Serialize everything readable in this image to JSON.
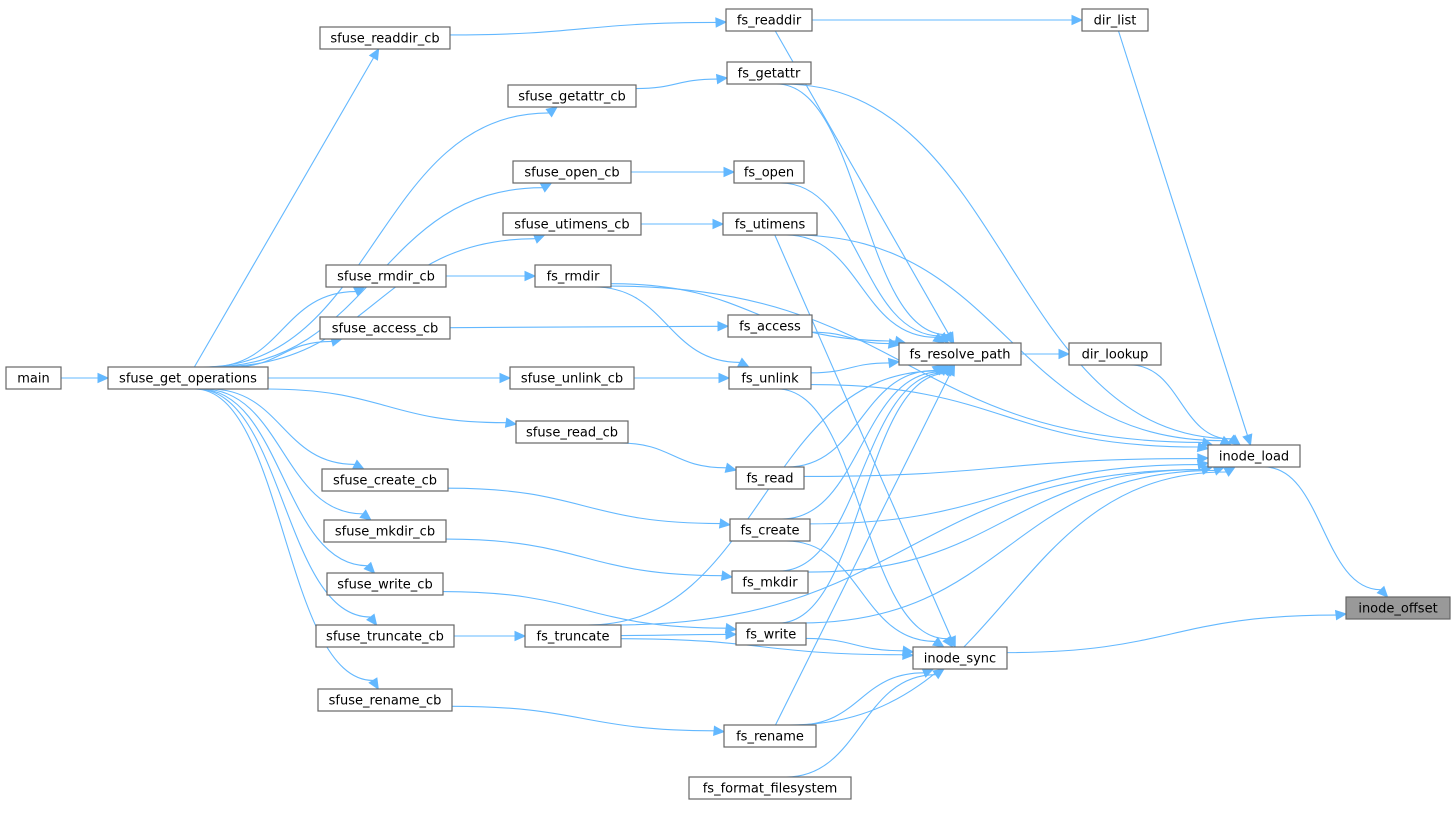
{
  "graph": {
    "type": "caller-graph",
    "target": "inode_offset",
    "colors": {
      "edge": "#63b8ff",
      "node_border": "#666666",
      "target_fill": "#999999"
    },
    "nodes": [
      {
        "id": "main",
        "label": "main"
      },
      {
        "id": "sfuse_get_operations",
        "label": "sfuse_get_operations"
      },
      {
        "id": "sfuse_readdir_cb",
        "label": "sfuse_readdir_cb"
      },
      {
        "id": "sfuse_getattr_cb",
        "label": "sfuse_getattr_cb"
      },
      {
        "id": "sfuse_open_cb",
        "label": "sfuse_open_cb"
      },
      {
        "id": "sfuse_utimens_cb",
        "label": "sfuse_utimens_cb"
      },
      {
        "id": "sfuse_rmdir_cb",
        "label": "sfuse_rmdir_cb"
      },
      {
        "id": "sfuse_access_cb",
        "label": "sfuse_access_cb"
      },
      {
        "id": "sfuse_unlink_cb",
        "label": "sfuse_unlink_cb"
      },
      {
        "id": "sfuse_read_cb",
        "label": "sfuse_read_cb"
      },
      {
        "id": "sfuse_create_cb",
        "label": "sfuse_create_cb"
      },
      {
        "id": "sfuse_mkdir_cb",
        "label": "sfuse_mkdir_cb"
      },
      {
        "id": "sfuse_write_cb",
        "label": "sfuse_write_cb"
      },
      {
        "id": "sfuse_truncate_cb",
        "label": "sfuse_truncate_cb"
      },
      {
        "id": "sfuse_rename_cb",
        "label": "sfuse_rename_cb"
      },
      {
        "id": "fs_readdir",
        "label": "fs_readdir"
      },
      {
        "id": "fs_getattr",
        "label": "fs_getattr"
      },
      {
        "id": "fs_open",
        "label": "fs_open"
      },
      {
        "id": "fs_utimens",
        "label": "fs_utimens"
      },
      {
        "id": "fs_rmdir",
        "label": "fs_rmdir"
      },
      {
        "id": "fs_access",
        "label": "fs_access"
      },
      {
        "id": "fs_unlink",
        "label": "fs_unlink"
      },
      {
        "id": "fs_read",
        "label": "fs_read"
      },
      {
        "id": "fs_create",
        "label": "fs_create"
      },
      {
        "id": "fs_mkdir",
        "label": "fs_mkdir"
      },
      {
        "id": "fs_write",
        "label": "fs_write"
      },
      {
        "id": "fs_truncate",
        "label": "fs_truncate"
      },
      {
        "id": "fs_rename",
        "label": "fs_rename"
      },
      {
        "id": "fs_format_filesystem",
        "label": "fs_format_filesystem"
      },
      {
        "id": "fs_resolve_path",
        "label": "fs_resolve_path"
      },
      {
        "id": "dir_list",
        "label": "dir_list"
      },
      {
        "id": "dir_lookup",
        "label": "dir_lookup"
      },
      {
        "id": "inode_sync",
        "label": "inode_sync"
      },
      {
        "id": "inode_load",
        "label": "inode_load"
      },
      {
        "id": "inode_offset",
        "label": "inode_offset"
      }
    ],
    "edges": [
      [
        "main",
        "sfuse_get_operations"
      ],
      [
        "sfuse_get_operations",
        "sfuse_readdir_cb"
      ],
      [
        "sfuse_get_operations",
        "sfuse_getattr_cb"
      ],
      [
        "sfuse_get_operations",
        "sfuse_open_cb"
      ],
      [
        "sfuse_get_operations",
        "sfuse_utimens_cb"
      ],
      [
        "sfuse_get_operations",
        "sfuse_rmdir_cb"
      ],
      [
        "sfuse_get_operations",
        "sfuse_access_cb"
      ],
      [
        "sfuse_get_operations",
        "sfuse_unlink_cb"
      ],
      [
        "sfuse_get_operations",
        "sfuse_read_cb"
      ],
      [
        "sfuse_get_operations",
        "sfuse_create_cb"
      ],
      [
        "sfuse_get_operations",
        "sfuse_mkdir_cb"
      ],
      [
        "sfuse_get_operations",
        "sfuse_write_cb"
      ],
      [
        "sfuse_get_operations",
        "sfuse_truncate_cb"
      ],
      [
        "sfuse_get_operations",
        "sfuse_rename_cb"
      ],
      [
        "sfuse_readdir_cb",
        "fs_readdir"
      ],
      [
        "sfuse_getattr_cb",
        "fs_getattr"
      ],
      [
        "sfuse_open_cb",
        "fs_open"
      ],
      [
        "sfuse_utimens_cb",
        "fs_utimens"
      ],
      [
        "sfuse_rmdir_cb",
        "fs_rmdir"
      ],
      [
        "sfuse_access_cb",
        "fs_access"
      ],
      [
        "sfuse_unlink_cb",
        "fs_unlink"
      ],
      [
        "sfuse_read_cb",
        "fs_read"
      ],
      [
        "sfuse_create_cb",
        "fs_create"
      ],
      [
        "sfuse_mkdir_cb",
        "fs_mkdir"
      ],
      [
        "sfuse_write_cb",
        "fs_write"
      ],
      [
        "sfuse_truncate_cb",
        "fs_truncate"
      ],
      [
        "sfuse_rename_cb",
        "fs_rename"
      ],
      [
        "fs_readdir",
        "dir_list"
      ],
      [
        "fs_readdir",
        "fs_resolve_path"
      ],
      [
        "fs_getattr",
        "fs_resolve_path"
      ],
      [
        "fs_getattr",
        "inode_load"
      ],
      [
        "fs_open",
        "fs_resolve_path"
      ],
      [
        "fs_utimens",
        "fs_resolve_path"
      ],
      [
        "fs_utimens",
        "inode_load"
      ],
      [
        "fs_utimens",
        "inode_sync"
      ],
      [
        "fs_rmdir",
        "fs_resolve_path"
      ],
      [
        "fs_rmdir",
        "inode_load"
      ],
      [
        "fs_rmdir",
        "fs_unlink"
      ],
      [
        "fs_access",
        "fs_resolve_path"
      ],
      [
        "fs_unlink",
        "fs_resolve_path"
      ],
      [
        "fs_unlink",
        "inode_load"
      ],
      [
        "fs_unlink",
        "inode_sync"
      ],
      [
        "fs_read",
        "fs_resolve_path"
      ],
      [
        "fs_read",
        "inode_load"
      ],
      [
        "fs_create",
        "fs_resolve_path"
      ],
      [
        "fs_create",
        "inode_load"
      ],
      [
        "fs_create",
        "inode_sync"
      ],
      [
        "fs_mkdir",
        "fs_resolve_path"
      ],
      [
        "fs_mkdir",
        "inode_load"
      ],
      [
        "fs_write",
        "fs_resolve_path"
      ],
      [
        "fs_write",
        "inode_load"
      ],
      [
        "fs_write",
        "inode_sync"
      ],
      [
        "fs_truncate",
        "fs_write"
      ],
      [
        "fs_truncate",
        "fs_resolve_path"
      ],
      [
        "fs_truncate",
        "inode_sync"
      ],
      [
        "fs_truncate",
        "inode_load"
      ],
      [
        "fs_rename",
        "fs_resolve_path"
      ],
      [
        "fs_rename",
        "inode_load"
      ],
      [
        "fs_rename",
        "inode_sync"
      ],
      [
        "fs_format_filesystem",
        "inode_sync"
      ],
      [
        "fs_resolve_path",
        "dir_lookup"
      ],
      [
        "dir_list",
        "inode_load"
      ],
      [
        "dir_lookup",
        "inode_load"
      ],
      [
        "inode_sync",
        "inode_offset"
      ],
      [
        "inode_load",
        "inode_offset"
      ]
    ]
  }
}
